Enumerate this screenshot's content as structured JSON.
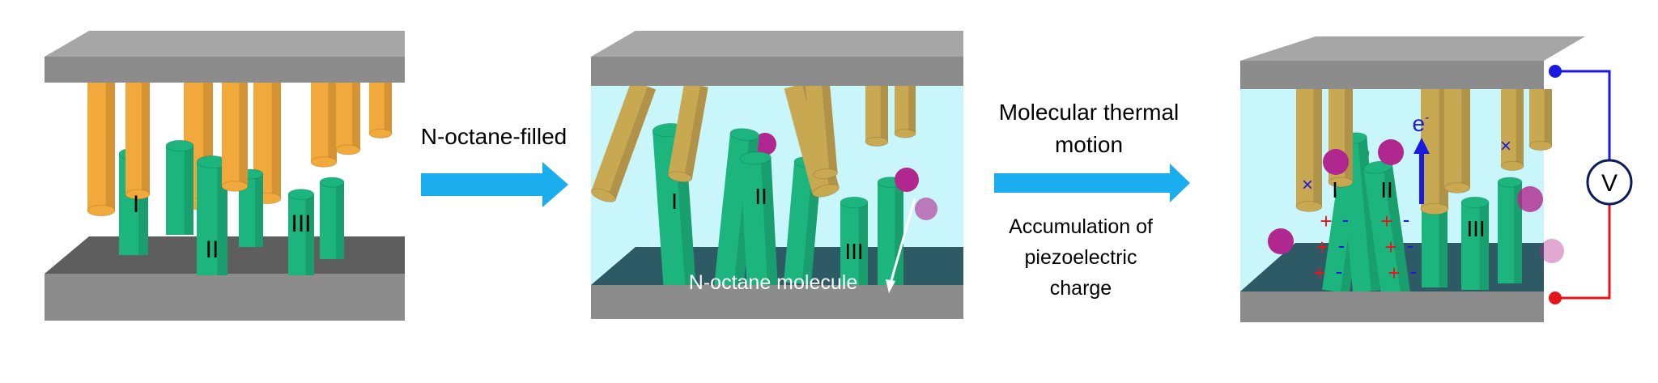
{
  "step1": {
    "label": "N-octane-filled"
  },
  "step2": {
    "label_top_1": "Molecular thermal",
    "label_top_2": "motion",
    "label_bottom_1": "Accumulation of",
    "label_bottom_2": "piezoelectric",
    "label_bottom_3": "charge"
  },
  "panel1": {
    "rod_labels": [
      "I",
      "II",
      "III"
    ]
  },
  "panel2": {
    "rod_labels": [
      "I",
      "II",
      "III"
    ],
    "molecule_label": "N-octane molecule"
  },
  "panel3": {
    "rod_labels": [
      "I",
      "II",
      "III"
    ],
    "electron_label": "e",
    "electron_sup": "-",
    "voltmeter_label": "V",
    "plus": "+",
    "minus": "-",
    "cross": "×"
  },
  "colors": {
    "plate": "#8c8c8c",
    "plate_top": "#a6a6a6",
    "green_rod": "#1db57e",
    "orange_rod": "#f2a93b",
    "tan_rod": "#c9a852",
    "liquid": "#c8f6fa",
    "arrow": "#1aaeee",
    "molecule": "#b0278f",
    "positive": "#e8141b",
    "negative": "#1a1ae0"
  }
}
